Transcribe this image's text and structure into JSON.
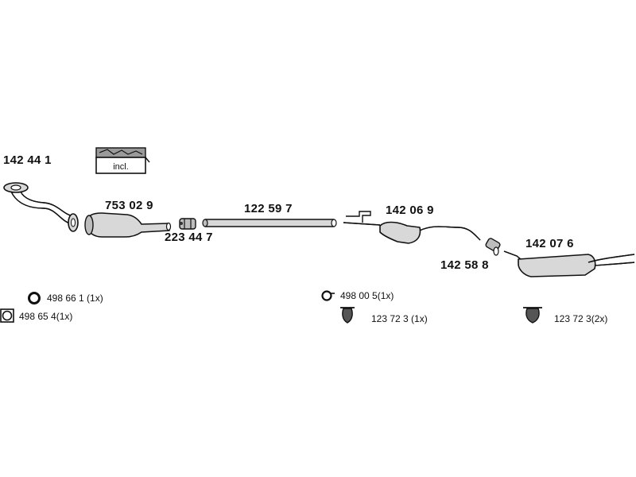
{
  "parts": {
    "front_pipe": "142 44 1",
    "catalyst": "753 02 9",
    "clamp": "223 44 7",
    "intermediate_pipe": "122 59 7",
    "centre_silencer": "142 06 9",
    "connector": "142 58 8",
    "rear_silencer": "142 07 6"
  },
  "kit_label": "incl.",
  "accessories": {
    "ring_left": "498 66 1 (1x)",
    "gasket_left": "498 65 4(1x)",
    "ring_middle": "498 00 5(1x)",
    "hanger_middle": "123 72 3  (1x)",
    "hanger_right": "123 72 3(2x)"
  },
  "colors": {
    "line": "#111111",
    "part_fill": "#d8d8d8",
    "background": "#ffffff"
  }
}
